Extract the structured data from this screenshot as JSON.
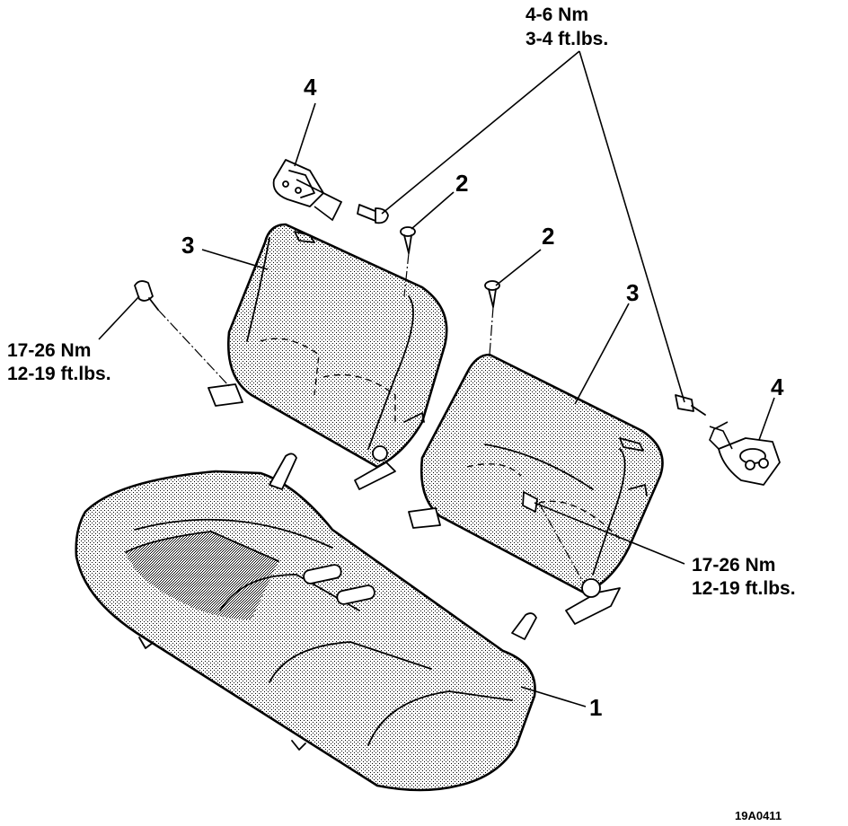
{
  "diagram": {
    "part_labels": {
      "seat_cushion": "1",
      "screw_left": "2",
      "screw_right": "2",
      "seatback_left": "3",
      "seatback_right": "3",
      "hinge_left": "4",
      "hinge_right": "4"
    },
    "torque_top": {
      "metric": "4-6 Nm",
      "imperial": "3-4 ft.lbs."
    },
    "torque_left": {
      "metric": "17-26 Nm",
      "imperial": "12-19 ft.lbs."
    },
    "torque_right": {
      "metric": "17-26 Nm",
      "imperial": "12-19 ft.lbs."
    },
    "figure_code": "19A0411"
  }
}
